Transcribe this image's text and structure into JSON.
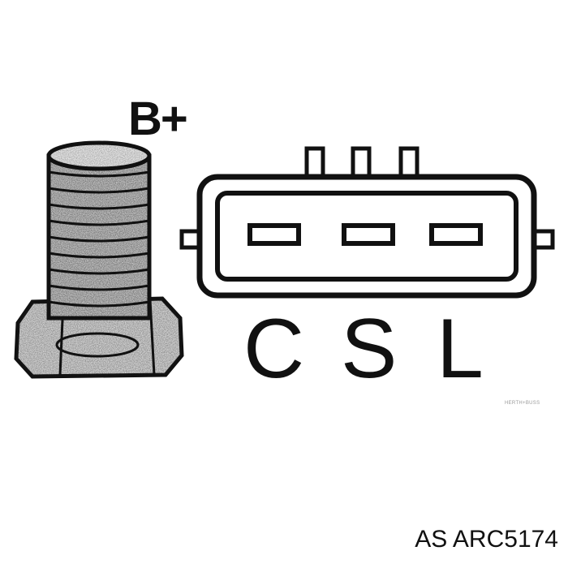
{
  "labels": {
    "b_plus": "B+",
    "c": "C",
    "s": "S",
    "l": "L"
  },
  "watermark": "HERTH+BUSS",
  "part_number": "AS ARC5174",
  "colors": {
    "ink": "#111111",
    "background": "#ffffff"
  }
}
